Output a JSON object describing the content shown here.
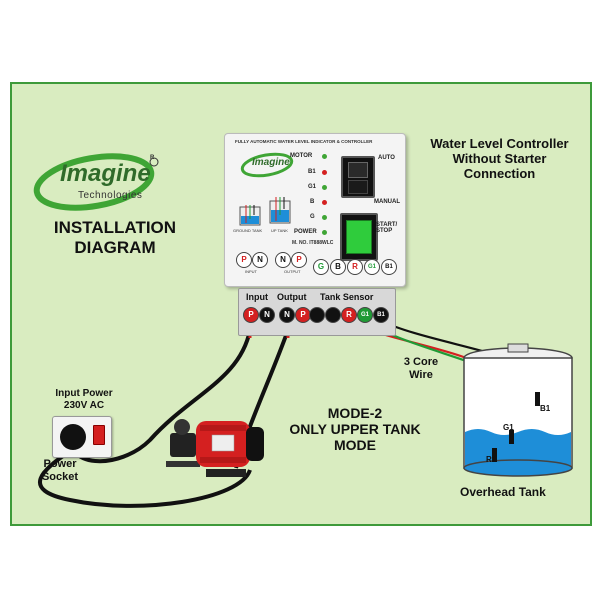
{
  "colors": {
    "background": "#d9ecc0",
    "border": "#3e9a3a",
    "accent_green": "#3fa535",
    "wire_red": "#d42020",
    "wire_green": "#1f9a35",
    "water": "#1e8ed8"
  },
  "logo": {
    "brand": "Imagine",
    "sub": "Technologies",
    "mark": "R"
  },
  "diagram_title": {
    "line1": "INSTALLATION",
    "line2": "DIAGRAM"
  },
  "product_title": {
    "line1": "Water Level Controller",
    "line2": "Without Starter",
    "line3": "Connection"
  },
  "device": {
    "header": "FULLY AUTOMATIC WATER LEVEL INDICATOR & CONTROLLER",
    "brand": "Imagine",
    "leds": [
      "MOTOR",
      "B1",
      "G1",
      "B",
      "G",
      "POWER"
    ],
    "switch_auto": "AUTO",
    "switch_manual": "MANUAL",
    "start_stop": "START/ STOP",
    "model": "M. NO. IT888WLC",
    "ground_tank": "GROUND TANK",
    "up_tank": "UP TANK",
    "front_terminals": [
      "P",
      "N",
      "N",
      "P"
    ],
    "input_small": "INPUT",
    "output_small": "OUTPUT",
    "sensor_terminals": [
      "G",
      "B",
      "R",
      "G1",
      "B1"
    ],
    "terminal_block": {
      "input": "Input",
      "output": "Output",
      "sensor": "Tank Sensor",
      "terminals": [
        "P",
        "N",
        "N",
        "P",
        "",
        "",
        "R",
        "G1",
        "B1"
      ]
    }
  },
  "labels": {
    "input_power": "Input Power",
    "voltage": "230V AC",
    "power_socket_1": "Power",
    "power_socket_2": "Socket",
    "core_wire_1": "3 Core",
    "core_wire_2": "Wire",
    "mode_1": "MODE-2",
    "mode_2": "ONLY UPPER TANK",
    "mode_3": "MODE",
    "tank": "Overhead Tank",
    "b1": "B1",
    "g1": "G1",
    "r1": "R1"
  }
}
